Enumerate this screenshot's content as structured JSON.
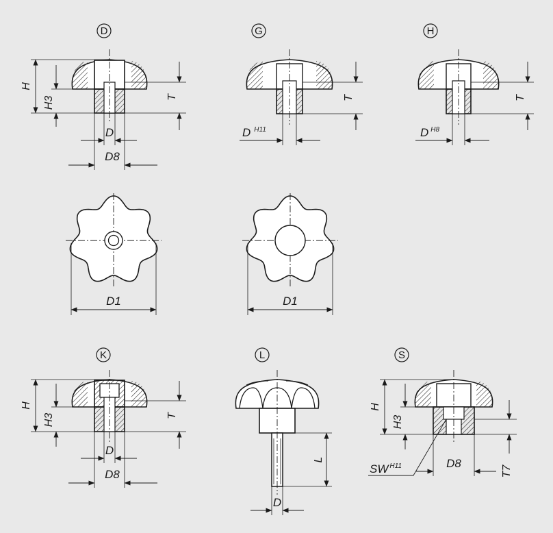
{
  "variants": {
    "D": {
      "letter": "D",
      "dim_H": "H",
      "dim_H3": "H3",
      "dim_T": "T",
      "dim_D": "D",
      "dim_D8": "D8"
    },
    "G": {
      "letter": "G",
      "dim_D": "D",
      "dim_D_tol": "H11",
      "dim_T": "T"
    },
    "H": {
      "letter": "H",
      "dim_D": "D",
      "dim_D_tol": "H8",
      "dim_T": "T"
    },
    "K": {
      "letter": "K",
      "dim_H": "H",
      "dim_H3": "H3",
      "dim_T": "T",
      "dim_D": "D",
      "dim_D8": "D8"
    },
    "L": {
      "letter": "L",
      "dim_L": "L",
      "dim_D": "D"
    },
    "S": {
      "letter": "S",
      "dim_H": "H",
      "dim_H3": "H3",
      "dim_SW": "SW",
      "dim_SW_tol": "H11",
      "dim_D8": "D8",
      "dim_T7": "T7"
    }
  },
  "top_views": [
    {
      "id": "top-view-threaded",
      "dim_D1": "D1"
    },
    {
      "id": "top-view-bore",
      "dim_D1": "D1"
    }
  ],
  "colors": {
    "background": "#e9e9e9",
    "line": "#1a1a1a",
    "body_fill": "#ffffff"
  }
}
